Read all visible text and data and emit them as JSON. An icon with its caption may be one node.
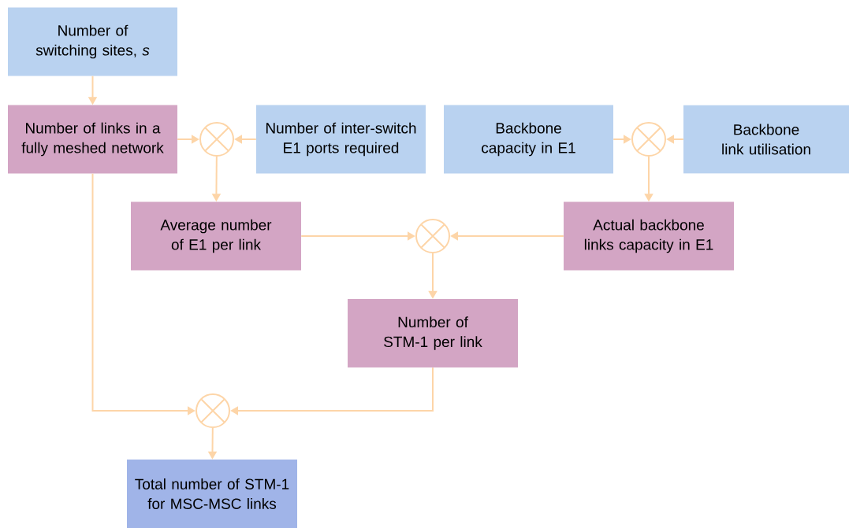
{
  "diagram": {
    "nodes": [
      {
        "text": [
          "Number of switching sites, *s*"
        ]
      },
      {
        "text": [
          "Number of links in a fully meshed network"
        ]
      },
      {
        "text": [],
        "shape": "circle"
      },
      {
        "text": [
          "Number of inter-switch E1 ports required"
        ]
      },
      {
        "text": [
          "Backbone capacity in E1"
        ]
      },
      {
        "text": [],
        "shape": "circle"
      },
      {
        "text": [
          "Backbone link utilisation"
        ]
      },
      {
        "text": [
          "Average number of E1 per link"
        ]
      },
      {
        "text": [],
        "shape": "circle"
      },
      {
        "text": [
          "Actual backbone links capacity in E1"
        ]
      },
      {
        "text": [
          "Number of STM-1 per link"
        ]
      },
      {
        "text": [],
        "shape": "circle"
      },
      {
        "text": [
          "Total number of STM-1 for MSC-MSC links"
        ]
      }
    ],
    "edges": [
      {
        "from": 0,
        "to": 1,
        "arrow": "to"
      },
      {
        "from": 1,
        "to": 2,
        "arrow": "to"
      },
      {
        "from": 3,
        "to": 2,
        "arrow": "to"
      },
      {
        "from": 2,
        "to": 7,
        "arrow": "to"
      },
      {
        "from": 4,
        "to": 5,
        "arrow": "to"
      },
      {
        "from": 6,
        "to": 5,
        "arrow": "to"
      },
      {
        "from": 5,
        "to": 9,
        "arrow": "to"
      },
      {
        "from": 7,
        "to": 8,
        "arrow": "to"
      },
      {
        "from": 9,
        "to": 8,
        "arrow": "to"
      },
      {
        "from": 8,
        "to": 10,
        "arrow": "to"
      },
      {
        "from": 1,
        "to": 11,
        "arrow": "to"
      },
      {
        "from": 10,
        "to": 11,
        "arrow": "to"
      },
      {
        "from": 11,
        "to": 12,
        "arrow": "to"
      }
    ]
  }
}
